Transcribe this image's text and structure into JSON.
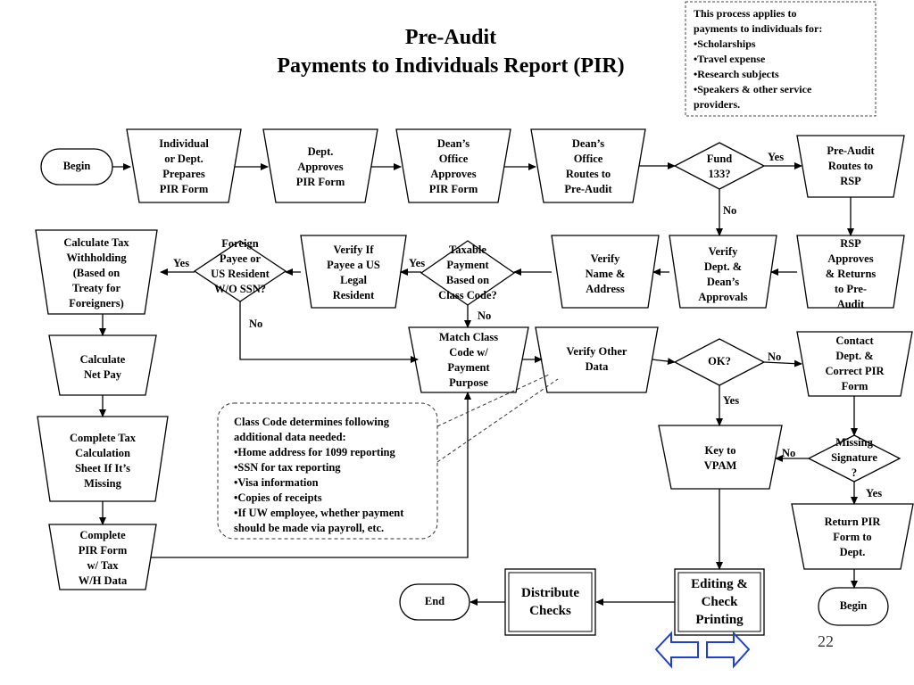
{
  "title": {
    "line1": "Pre-Audit",
    "line2": "Payments to Individuals Report (PIR)"
  },
  "scope_note": "This process applies to\npayments to individuals for:\n•Scholarships\n•Travel expense\n•Research subjects\n•Speakers & other service\nproviders.",
  "class_code_note": "Class Code determines following\nadditional data needed:\n•Home address for 1099 reporting\n•SSN for tax reporting\n•Visa information\n•Copies of receipts\n•If UW employee, whether payment\nshould be made via payroll, etc.",
  "nodes": {
    "begin_start": "Begin",
    "individual_prepares": "Individual\nor Dept.\nPrepares\nPIR Form",
    "dept_approves": "Dept.\nApproves\nPIR Form",
    "dean_approves": "Dean’s\nOffice\nApproves\nPIR Form",
    "dean_routes": "Dean’s\nOffice\nRoutes to\nPre-Audit",
    "fund_133": "Fund\n133?",
    "preaudit_routes": "Pre-Audit\nRoutes to\nRSP",
    "rsp_approves": "RSP\nApproves\n& Returns\nto Pre-\nAudit",
    "verify_dept_dean": "Verify\nDept. &\nDean’s\nApprovals",
    "verify_name": "Verify\nName &\nAddress",
    "taxable_payment": "Taxable\nPayment\nBased on\nClass Code?",
    "verify_legal_resident": "Verify If\nPayee a US\nLegal\nResident",
    "foreign_payee": "Foreign\nPayee or\nUS Resident\nW/O SSN?",
    "calculate_tax": "Calculate Tax\nWithholding\n(Based on\nTreaty for\nForeigners)",
    "calculate_net_pay": "Calculate\nNet Pay",
    "complete_tax_sheet": "Complete Tax\nCalculation\nSheet If It’s\nMissing",
    "complete_pir_form": "Complete\nPIR Form\nw/ Tax\nW/H Data",
    "match_class_code": "Match Class\nCode w/\nPayment\nPurpose",
    "verify_other_data": "Verify Other\nData",
    "ok_decision": "OK?",
    "contact_dept": "Contact\nDept. &\nCorrect PIR\nForm",
    "missing_signature": "Missing\nSignature\n?",
    "return_pir": "Return PIR\nForm to\nDept.",
    "begin_return": "Begin",
    "key_to_vpam": "Key to\nVPAM",
    "editing_check": "Editing &\nCheck\nPrinting",
    "distribute_checks": "Distribute\nChecks",
    "end": "End"
  },
  "edge_labels": {
    "fund_yes": "Yes",
    "fund_no": "No",
    "taxable_yes": "Yes",
    "taxable_no": "No",
    "foreign_yes": "Yes",
    "foreign_no": "No",
    "ok_no": "No",
    "ok_yes": "Yes",
    "signature_no": "No",
    "signature_yes": "Yes"
  },
  "page_number": "22",
  "nav": {
    "accent_color": "#1f3fd0"
  }
}
